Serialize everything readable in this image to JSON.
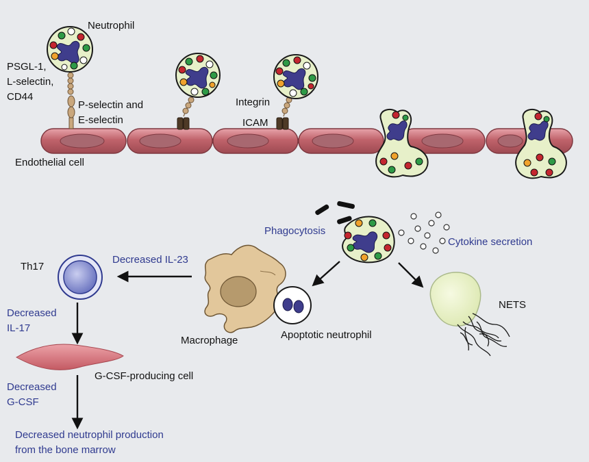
{
  "labels": {
    "neutrophil": "Neutrophil",
    "psgl1": "PSGL-1,",
    "lselectin": "L-selectin,",
    "cd44": "CD44",
    "pselectin": "P-selectin and",
    "eselectin": "E-selectin",
    "integrin": "Integrin",
    "icam": "ICAM",
    "endothelial": "Endothelial cell",
    "phagocytosis": "Phagocytosis",
    "cytokine": "Cytokine secretion",
    "th17": "Th17",
    "decreased_il23": "Decreased IL-23",
    "decreased_il17_1": "Decreased",
    "decreased_il17_2": "IL-17",
    "macrophage": "Macrophage",
    "apoptotic": "Apoptotic neutrophil",
    "nets": "NETS",
    "gcsf_cell": "G-CSF-producing cell",
    "decreased_gcsf_1": "Decreased",
    "decreased_gcsf_2": "G-CSF",
    "production_1": "Decreased neutrophil production",
    "production_2": "from the bone marrow"
  },
  "colors": {
    "background": "#e8eaed",
    "label_blue": "#2f3a8f",
    "endothelium": "#b95a62",
    "endothelium_nucleus": "#a86870",
    "cell_fill": "#e7f0c9",
    "nucleus_purple": "#3f3d8c",
    "granule_green": "#2e9a46",
    "granule_red": "#c4262f",
    "granule_orange": "#f0a22c",
    "granule_white": "#ffffff",
    "macrophage": "#e2c79b",
    "th17_blue": "#8a92cf",
    "gcsf_cell": "#d06a72",
    "receptor_brown": "#4e3a26",
    "selectin_tan": "#c9a77d"
  }
}
